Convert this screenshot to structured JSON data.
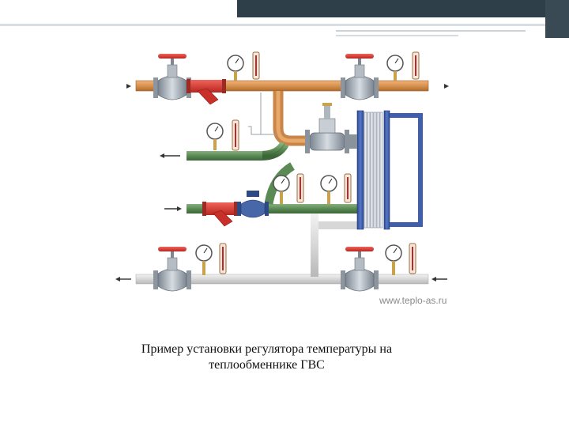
{
  "watermark": "www.teplo-as.ru",
  "caption": {
    "line1": "Пример установки регулятора температуры на",
    "line2": "теплообменнике ГВС"
  },
  "colors": {
    "pipe_orange": "#d8924f",
    "pipe_green": "#5b8a55",
    "pipe_grey": "#d7d7d7",
    "valve_handle": "#c0272d",
    "filter_red": "#d9352e",
    "heat_exchanger": "#3f5fae"
  },
  "icons": [
    "gate-valve-icon",
    "strainer-icon",
    "pressure-gauge-icon",
    "thermometer-icon",
    "control-valve-icon",
    "heat-exchanger-icon",
    "flow-arrow-icon"
  ]
}
